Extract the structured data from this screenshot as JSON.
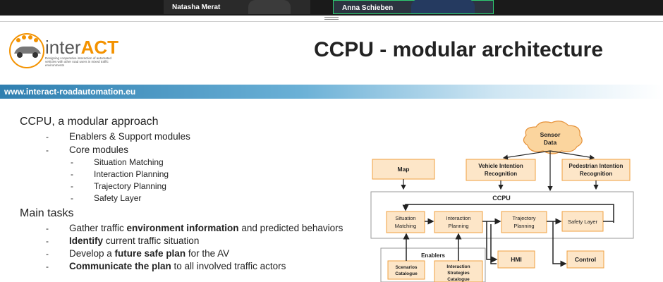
{
  "video_call": {
    "participants": [
      {
        "name": "Natasha Merat"
      },
      {
        "name": "Anna Schieben"
      }
    ]
  },
  "slide": {
    "logo": {
      "prefix": "inter",
      "suffix": "ACT",
      "tagline": "Designing cooperative interaction of automated vehicles with other road users in mixed traffic environments"
    },
    "title": "CCPU - modular architecture",
    "url": "www.interact-roadautomation.eu",
    "colors": {
      "accent": "#f39200",
      "box_fill": "#fde6c8",
      "box_border": "#f0a040",
      "band": "#2f7fb0"
    },
    "sections": [
      {
        "heading": "CCPU, a modular approach",
        "items": [
          {
            "text": "Enablers & Support modules"
          },
          {
            "text": "Core modules",
            "children": [
              "Situation Matching",
              "Interaction Planning",
              "Trajectory Planning",
              "Safety Layer"
            ]
          }
        ]
      },
      {
        "heading": "Main tasks",
        "items": [
          {
            "pre": "Gather traffic ",
            "bold": "environment information",
            "post": " and predicted behaviors"
          },
          {
            "pre": "",
            "bold": "Identify",
            "post": " current traffic situation"
          },
          {
            "pre": "Develop a ",
            "bold": "future safe plan",
            "post": " for the AV"
          },
          {
            "pre": "",
            "bold": "Communicate the plan",
            "post": " to all involved traffic actors"
          }
        ]
      }
    ],
    "diagram": {
      "sensor": {
        "line1": "Sensor",
        "line2": "Data"
      },
      "map": "Map",
      "vehicle_intention": {
        "line1": "Vehicle Intention",
        "line2": "Recognition"
      },
      "pedestrian_intention": {
        "line1": "Pedestrian Intention",
        "line2": "Recognition"
      },
      "ccpu": "CCPU",
      "situation_matching": {
        "line1": "Situation",
        "line2": "Matching"
      },
      "interaction_planning": {
        "line1": "Interaction",
        "line2": "Planning"
      },
      "trajectory_planning": {
        "line1": "Trajectory",
        "line2": "Planning"
      },
      "safety_layer": "Safety Layer",
      "enablers": "Enablers",
      "hmi": "HMI",
      "control": "Control",
      "scenarios_catalogue": {
        "line1": "Scenarios",
        "line2": "Catalogue"
      },
      "interaction_strategies": {
        "line1": "Interaction",
        "line2": "Strategies",
        "line3": "Catalogue"
      }
    }
  }
}
